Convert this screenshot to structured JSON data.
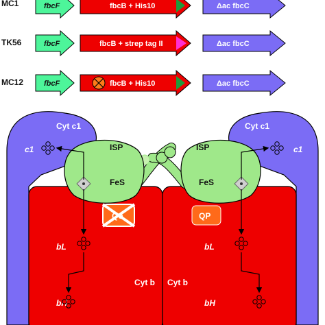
{
  "strains": [
    {
      "name": "MC1",
      "gene1": "fbcF",
      "gene2": "fbcB + His10",
      "gene3": "Δac fbcC",
      "tag_color": "#1f9b3a",
      "has_mutation_mark": false
    },
    {
      "name": "TK56",
      "gene1": "fbcF",
      "gene2": "fbcB + strep tag II",
      "gene3": "Δac fbcC",
      "tag_color": "#ff2fd0",
      "has_mutation_mark": false
    },
    {
      "name": "MC12",
      "gene1": "fbcF",
      "gene2": "fbcB + His10",
      "gene3": "Δac fbcC",
      "tag_color": "#1f9b3a",
      "has_mutation_mark": true
    }
  ],
  "complex": {
    "left": {
      "cyt_c1_label": "Cyt c1",
      "c1_label": "c1",
      "isp_label": "ISP",
      "fes_label": "FeS",
      "qo_label": "Qo",
      "qo_state": "inactivated",
      "bl_label": "bL",
      "bh_label": "bH",
      "cytb_label": "Cyt b"
    },
    "right": {
      "cyt_c1_label": "Cyt c1",
      "c1_label": "c1",
      "isp_label": "ISP",
      "fes_label": "FeS",
      "qp_label": "QP",
      "bl_label": "bL",
      "bh_label": "bH",
      "cytb_label": "Cyt b"
    }
  },
  "colors": {
    "gene_green": "#4df59a",
    "gene_red": "#ee0000",
    "gene_blue": "#7b6cf5",
    "isp_green": "#9fe88a",
    "cytb_red": "#ee0000",
    "cytc1_blue": "#7b6cf5",
    "qo_orange": "#ff6a1a"
  }
}
